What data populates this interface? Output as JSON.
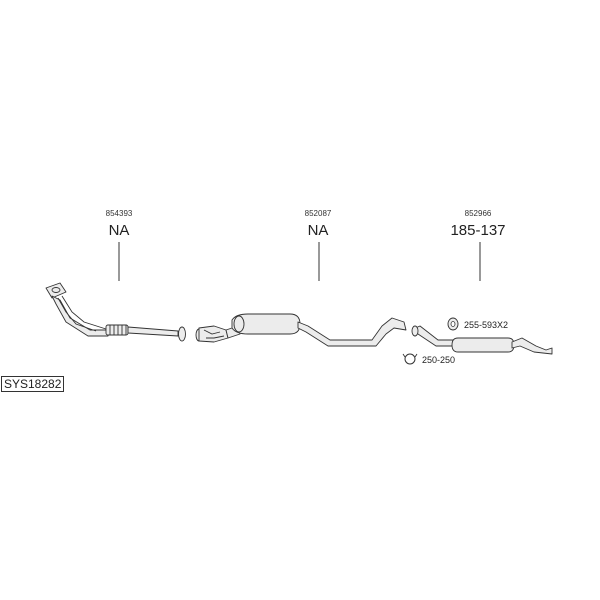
{
  "parts": [
    {
      "number": "854393",
      "code": "NA"
    },
    {
      "number": "852087",
      "code": "NA"
    },
    {
      "number": "852966",
      "code": "185-137"
    }
  ],
  "accessories": [
    {
      "label": "255-593X2"
    },
    {
      "label": "250-250"
    }
  ],
  "system_id": "SYS18282"
}
